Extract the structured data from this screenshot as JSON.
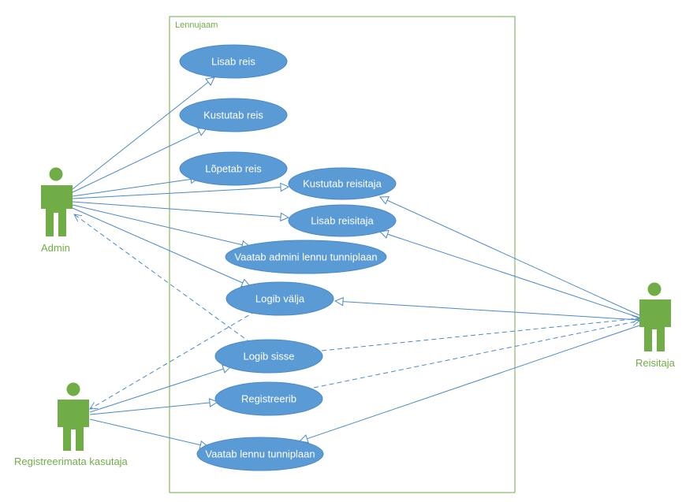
{
  "system": {
    "name": "Lennujaam"
  },
  "actors": {
    "admin": "Admin",
    "reisitaja": "Reisitaja",
    "registreerimata": "Registreerimata kasutaja"
  },
  "use_cases": {
    "lisab_reis": "Lisab reis",
    "kustutab_reis": "Kustutab reis",
    "lopetab_reis": "Lõpetab reis",
    "kustutab_reisitaja": "Kustutab reisitaja",
    "lisab_reisitaja": "Lisab reisitaja",
    "vaatab_admini": "Vaatab admini lennu tunniplaan",
    "logib_valja": "Logib välja",
    "logib_sisse": "Logib sisse",
    "registreerib": "Registreerib",
    "vaatab_lennu": "Vaatab lennu tunniplaan"
  },
  "colors": {
    "ellipse_fill": "#5b9bd5",
    "line": "#4a89c8",
    "actor": "#70ad47",
    "boundary": "#70ad47"
  }
}
